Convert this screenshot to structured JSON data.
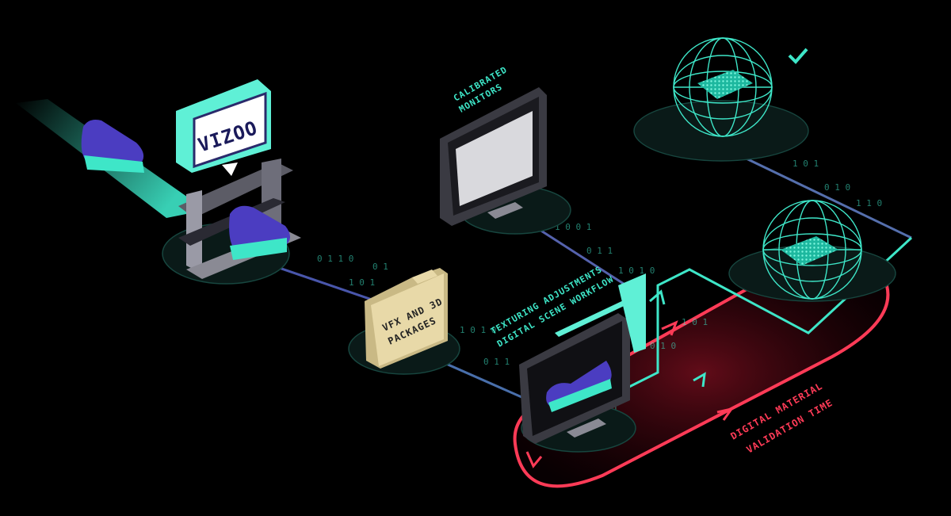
{
  "labels": {
    "brand": "VIZOO",
    "folder_line1": "VFX AND 3D",
    "folder_line2": "PACKAGES",
    "monitors_line1": "CALIBRATED",
    "monitors_line2": "MONITORS",
    "workflow_line1": "TEXTURING ADJUSTMENTS",
    "workflow_line2": "DIGITAL SCENE WORKFLOW",
    "validation_line1": "DIGITAL MATERIAL",
    "validation_line2": "VALIDATION TIME"
  },
  "icons": {
    "check": "checkmark-icon"
  },
  "colors": {
    "background": "#000000",
    "teal": "#3ee6c8",
    "red": "#ff3b57",
    "purple": "#5b53c9",
    "folder": "#e8d9a8",
    "brand_badge": "#5ff0d6"
  }
}
